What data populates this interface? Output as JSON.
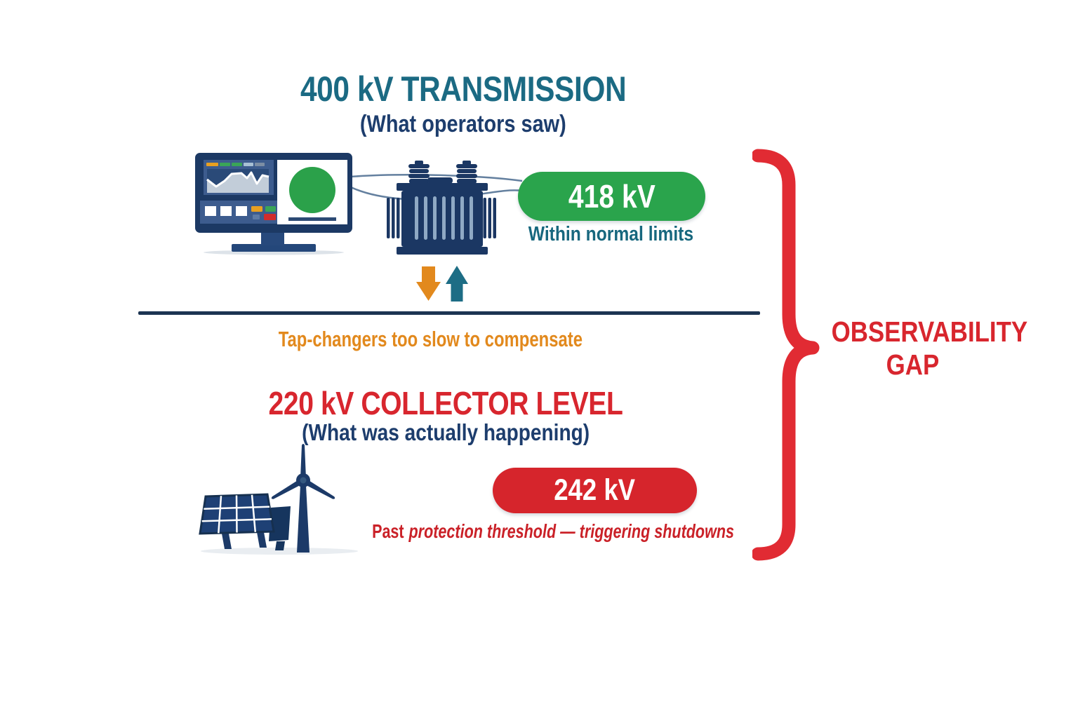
{
  "colors": {
    "teal": "#1b6a83",
    "navy": "#1d3d6d",
    "icon_navy": "#1c3a68",
    "green": "#2aa44c",
    "red": "#d6252c",
    "title_red": "#d8262e",
    "orange": "#e2891d",
    "brace_red": "#e12b33",
    "divider_navy": "#1c3452",
    "transformer_fin": "#8fa9c4"
  },
  "top_section": {
    "title": "400 kV TRANSMISSION",
    "subtitle": "(What operators saw)",
    "reading": "418 kV",
    "status": "Within normal limits"
  },
  "middle": {
    "note": "Tap-changers too slow to compensate"
  },
  "bottom_section": {
    "title": "220 kV COLLECTOR LEVEL",
    "subtitle": "(What was actually happening)",
    "reading": "242 kV",
    "status_lead": "Past",
    "status_rest": "protection threshold — triggering shutdowns"
  },
  "gap_label": {
    "line1": "OBSERVABILITY",
    "line2": "GAP"
  },
  "icons": {
    "monitor": "scada-monitor-icon",
    "transformer": "transformer-icon",
    "arrow_down": "arrow-down-icon",
    "arrow_up": "arrow-up-icon",
    "renewables": "solar-wind-icon",
    "brace": "curly-brace-icon"
  }
}
